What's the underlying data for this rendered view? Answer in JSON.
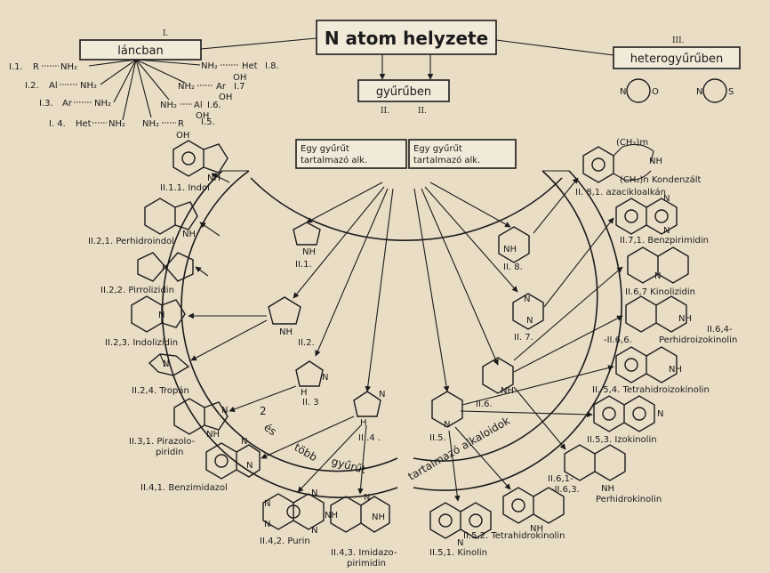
{
  "header": {
    "main_title": "N atom helyzete",
    "chain_title": "láncban",
    "chain_roman": "I.",
    "ring_title": "gyűrűben",
    "ring_roman_a": "II.",
    "ring_roman_b": "II.",
    "hetero_title": "heterogyűrűben",
    "hetero_roman": "III."
  },
  "chain": {
    "i1": "I.1.",
    "i1_formula_r": "R",
    "i1_formula_n": "NH₂",
    "i2": "I.2.",
    "i2_formula_r": "Al",
    "i2_formula_n": "NH₂",
    "i3": "I.3.",
    "i3_formula_r": "Ar",
    "i3_formula_n": "NH₂",
    "i4": "I. 4.",
    "i4_formula_r": "Het",
    "i4_formula_n": "NH₂",
    "i5": "I.5.",
    "i5_formula_n": "NH₂",
    "i5_formula_r": "R",
    "i5_formula_oh": "OH",
    "i6": "I.6.",
    "i6_formula_n": "NH₂",
    "i6_formula_r": "Al",
    "i6_formula_oh": "OH",
    "i7": "I.7",
    "i7_formula_n": "NH₂",
    "i7_formula_r": "Ar",
    "i7_formula_oh": "OH",
    "i8": "I.8.",
    "i8_formula_n": "NH₂",
    "i8_formula_r": "Het",
    "i8_formula_oh": "OH"
  },
  "hetero": {
    "ring1_a": "N",
    "ring1_b": "O",
    "ring2_a": "N",
    "ring2_b": "S"
  },
  "center": {
    "box_left_1": "Egy gyűrűt",
    "box_left_2": "tartalmazó alk.",
    "box_right_1": "Egy gyűrűt",
    "box_right_2": "tartalmazó alk."
  },
  "band": {
    "left_1": "2",
    "left_2": "és",
    "left_3": "több",
    "left_4": "gyűrűt",
    "right": "tartalmazó alkaloidok"
  },
  "compounds": {
    "ii1": "II.1.",
    "ii2": "II.2.",
    "ii3": "II. 3",
    "ii4": "II .4 .",
    "ii5": "II.5.",
    "ii6": "II.6.",
    "ii7": "II. 7.",
    "ii8": "II. 8.",
    "ii11": "II.1.1. Indol",
    "ii21": "II.2,1. Perhidroindol",
    "ii22": "II.2,2. Pirrolizidin",
    "ii23": "II.2,3. Indolizidin",
    "ii24": "II.2,4. Tropán",
    "ii31a": "II.3,1. Pirazolo-",
    "ii31b": "piridin",
    "ii41": "II.4,1. Benzimidazol",
    "ii42": "II.4,2. Purin",
    "ii43a": "II.4,3. Imidazo-",
    "ii43b": "pirimidin",
    "ii51": "II.5,1. Kinolin",
    "ii52": "II.5,2. Tetrahidrokinolin",
    "ii53": "II.5,3. Izokinolin",
    "ii54": "II. 5,4. Tetrahidroizokinolin",
    "ii61a": "II.6,1-",
    "ii61b": "-II.6,3.",
    "ii61c": "Perhidrokinolin",
    "ii64a": "II.6,4-",
    "ii64b": "-II.6,6.",
    "ii64c": "Perhidroizokinolin",
    "ii67": "II.6,7 Kinolizidin",
    "ii71": "II.7,1. Benzpirimidin",
    "ii81a": "Kondenzált",
    "ii81b": "II. 8,1. azacikloalkán",
    "ch2m": "(CH₂)m",
    "ch2n": "(CH₂)n"
  },
  "atoms": {
    "NH": "NH",
    "N": "N",
    "H": "H",
    "OH": "OH"
  }
}
